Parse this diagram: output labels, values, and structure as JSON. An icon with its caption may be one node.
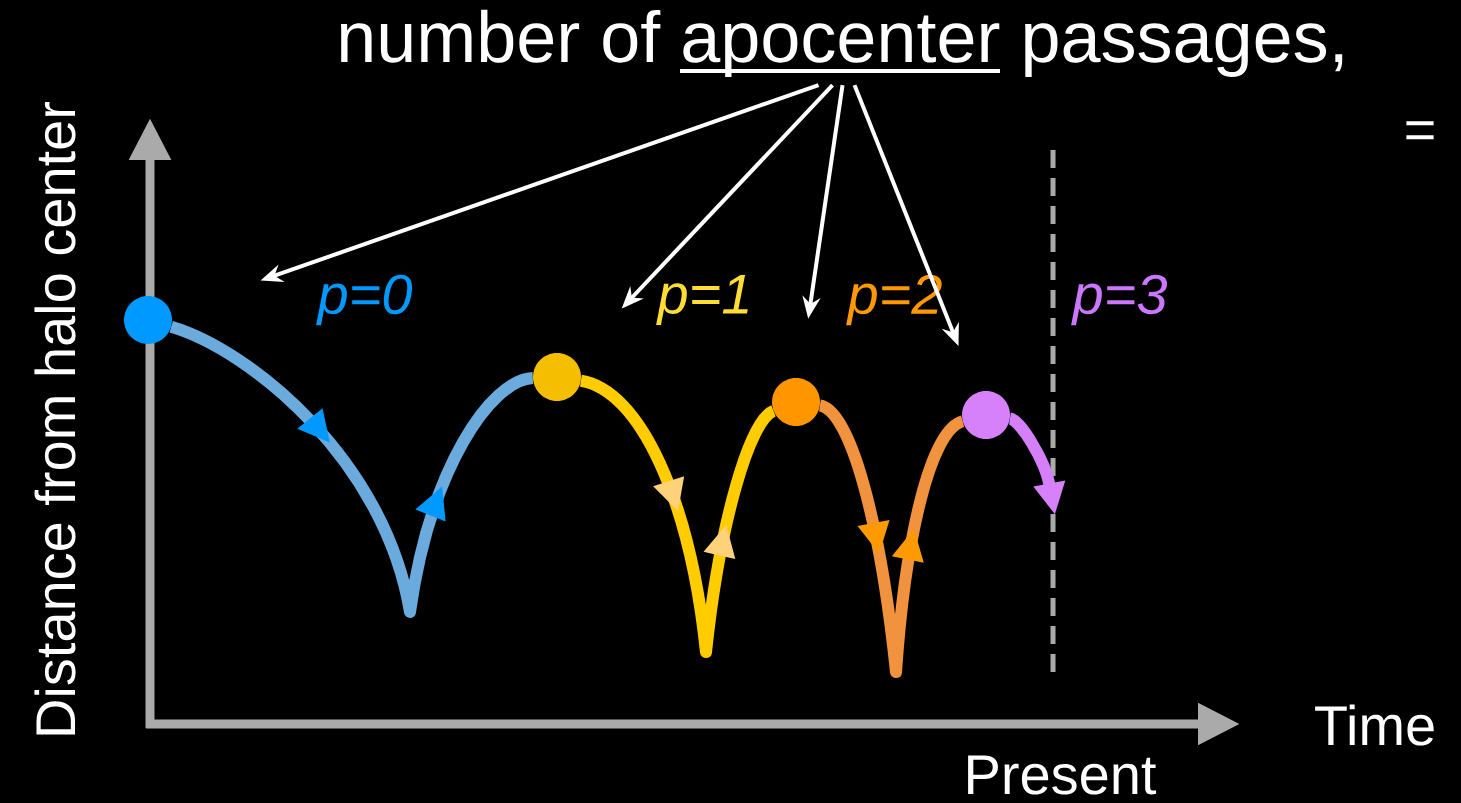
{
  "diagram": {
    "nodes": [
      {
        "text": [
          "number of apocenter passages,"
        ]
      },
      {
        "text": [],
        "shape": "circle"
      },
      {
        "text": [],
        "shape": "circle"
      },
      {
        "text": [],
        "shape": "circle"
      },
      {
        "text": [],
        "shape": "circle"
      }
    ],
    "edges": [
      {
        "from": 0,
        "to": 1,
        "arrow": "to"
      },
      {
        "from": 0,
        "to": 2,
        "arrow": "to"
      },
      {
        "from": 0,
        "to": 3,
        "arrow": "to"
      },
      {
        "from": 0,
        "to": 4,
        "arrow": "to"
      },
      {
        "from": 1,
        "to": 2,
        "arrow": "to",
        "style": "thick",
        "color": "#6aaadd"
      },
      {
        "from": 2,
        "to": 3,
        "arrow": "to",
        "style": "thick",
        "color": "#ffcc00"
      },
      {
        "from": 3,
        "to": 4,
        "arrow": "to",
        "style": "thick",
        "color": "#f0923e"
      },
      {
        "from": 4,
        "to": null,
        "arrow": "to",
        "style": "thick",
        "color": "#d580f8"
      }
    ],
    "labels": [
      "=",
      "p=0",
      "p=1",
      "p=2",
      "p=3",
      "Distance from halo center",
      "Time",
      "Present"
    ]
  }
}
